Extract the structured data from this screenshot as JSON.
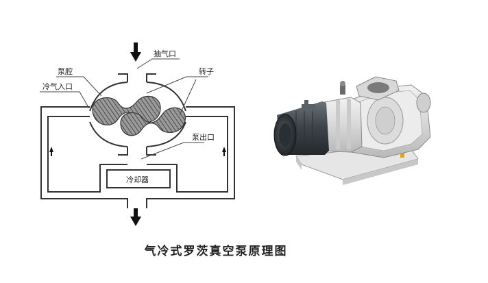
{
  "labels": {
    "inlet": "抽气口",
    "chamber": "泵腔",
    "cold_gas_inlet": "冷气入口",
    "rotor": "转子",
    "outlet": "泵出口",
    "cooler": "冷却器"
  },
  "caption": "气冷式罗茨真空泵原理图"
}
